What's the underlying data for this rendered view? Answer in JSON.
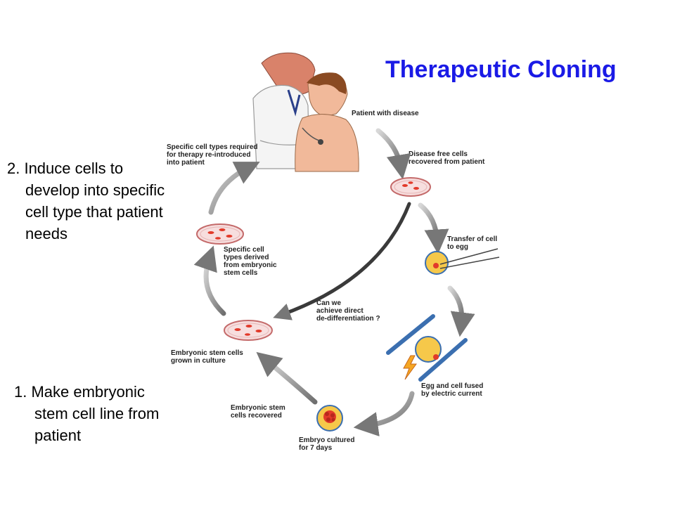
{
  "title": "Therapeutic Cloning",
  "notes": {
    "step2": [
      "2. Induce cells to",
      "develop into specific",
      "cell type that patient",
      "needs"
    ],
    "step1": [
      "1. Make embryonic",
      "stem cell line from",
      "patient"
    ]
  },
  "diagram_labels": {
    "patient": [
      "Patient with disease"
    ],
    "disease_free": [
      "Disease free cells",
      "recovered from patient"
    ],
    "transfer": [
      "Transfer of cell",
      "to egg"
    ],
    "fused": [
      "Egg and cell fused",
      "by electric current"
    ],
    "embryo": [
      "Embryo cultured",
      "for 7 days"
    ],
    "es_recovered": [
      "Embryonic stem",
      "cells recovered"
    ],
    "es_grown": [
      "Embryonic stem cells",
      "grown in culture"
    ],
    "specific_derived": [
      "Specific cell",
      "types derived",
      "from embryonic",
      "stem cells"
    ],
    "reintroduced": [
      "Specific cell types required",
      "for therapy re-introduced",
      "into patient"
    ],
    "direct": [
      "Can we",
      "achieve direct",
      "de-differentiation ?"
    ]
  },
  "colors": {
    "title": "#1a1ae6",
    "dish_rim": "#c46a6a",
    "dish_fill": "#f7dede",
    "cell_red": "#e23a2a",
    "egg_yellow": "#f6c84a",
    "electrode_blue": "#3b6fb0",
    "arrow_gray": "#888888"
  },
  "icons": [
    "doctor-illustration",
    "patient-illustration",
    "petri-dish-icon",
    "egg-cell-icon",
    "pipette-icon",
    "electrode-plate-icon",
    "lightning-bolt-icon",
    "embryo-icon"
  ]
}
